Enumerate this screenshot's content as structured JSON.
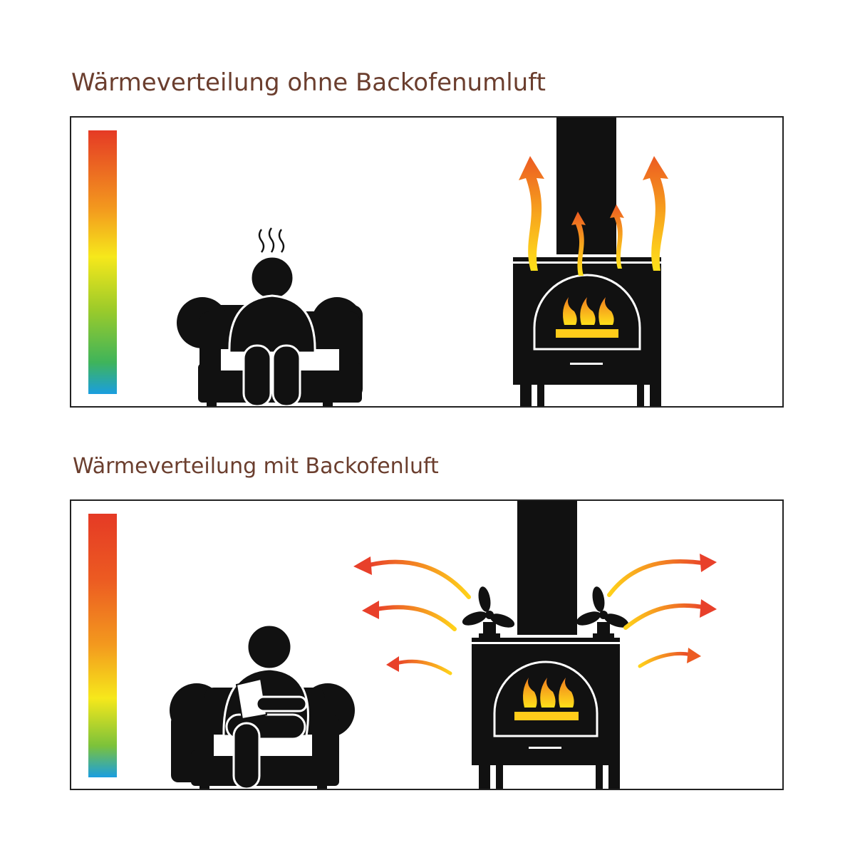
{
  "top_panel": {
    "title": "Wärmeverteilung ohne Backofenumluft",
    "scale_colors": [
      "#e53a25",
      "#f39a1e",
      "#f6e81b",
      "#9ccb2a",
      "#4db54a",
      "#1a9ee0"
    ],
    "person_state": "cold"
  },
  "bottom_panel": {
    "title": "Wärmeverteilung mit Backofenluft",
    "scale_colors": [
      "#e53a25",
      "#ec5b22",
      "#f39a1e",
      "#f6e81b",
      "#9ccb2a",
      "#1a9ee0"
    ],
    "person_state": "comfortable-reading"
  },
  "icons": [
    "steam-icon",
    "armchair-icon",
    "person-icon",
    "stove-icon",
    "flame-icon",
    "heat-arrow-icon",
    "fan-icon",
    "chimney-icon",
    "book-icon"
  ]
}
